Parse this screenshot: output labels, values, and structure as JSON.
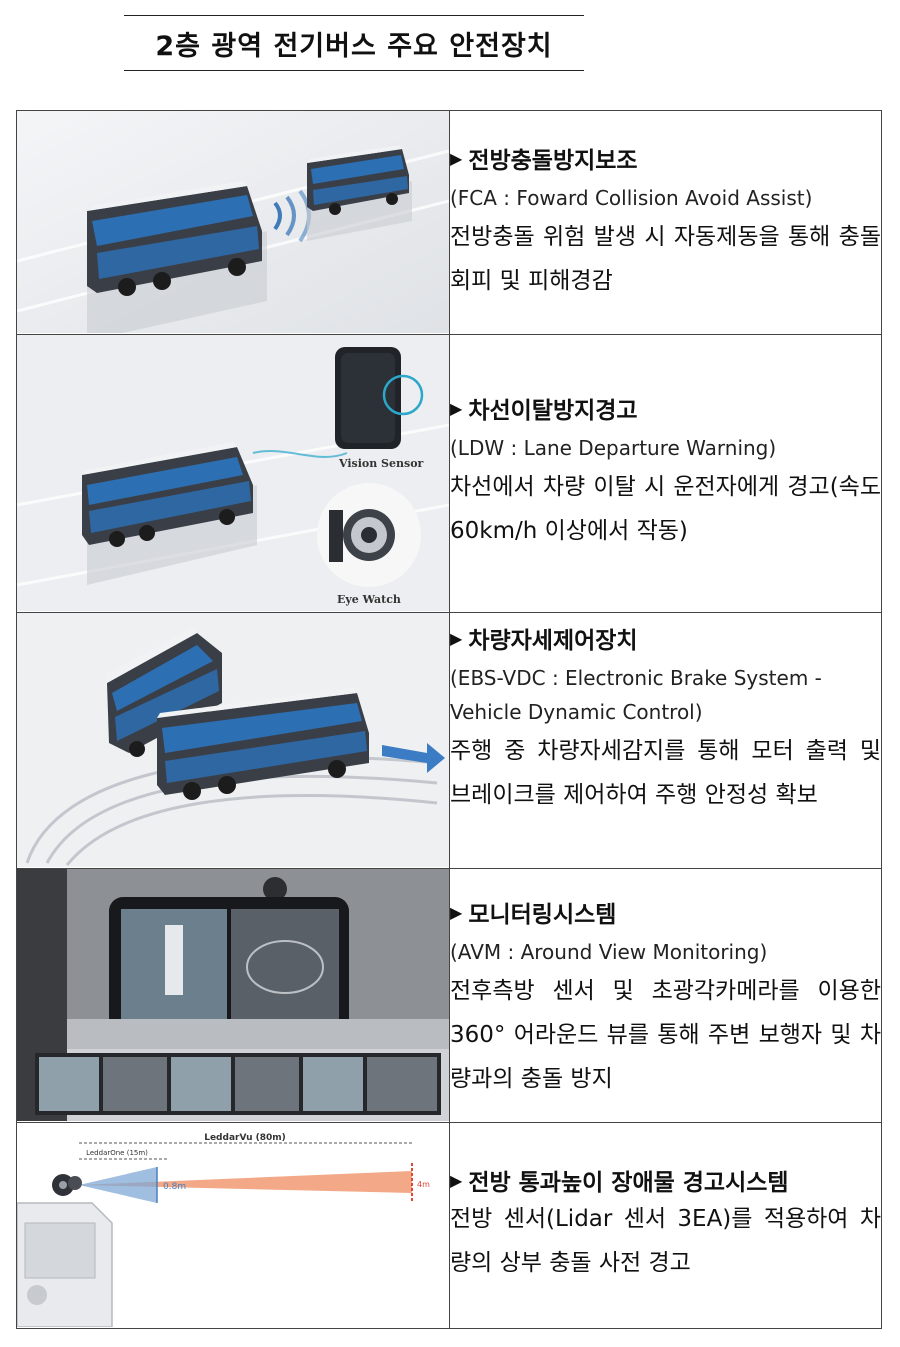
{
  "doc": {
    "title": "2층 광역 전기버스 주요 안전장치"
  },
  "rows": [
    {
      "title": "전방충돌방지보조",
      "abbr": "(FCA : Foward Collision Avoid Assist)",
      "desc": "전방충돌 위험 발생 시 자동제동을 통해 충돌회피 및 피해경감"
    },
    {
      "title": "차선이탈방지경고",
      "abbr": "(LDW : Lane Departure Warning)",
      "desc": "차선에서 차량 이탈 시 운전자에게 경고(속도 60km/h 이상에서 작동)",
      "image_labels": {
        "vision_sensor": "Vision Sensor",
        "eye_watch": "Eye Watch"
      }
    },
    {
      "title": "차량자세제어장치",
      "abbr": "(EBS-VDC : Electronic Brake System - Vehicle Dynamic Control)",
      "desc": "주행 중 차량자세감지를 통해 모터 출력 및 브레이크를 제어하여 주행 안정성 확보"
    },
    {
      "title": "모니터링시스템",
      "abbr": "(AVM : Around View Monitoring)",
      "desc": "전후측방 센서 및 초광각카메라를 이용한 360° 어라운드 뷰를 통해 주변 보행자 및 차량과의 충돌 방지"
    },
    {
      "title": "전방 통과높이 장애물 경고시스템",
      "abbr": "",
      "desc": "전방 센서(Lidar 센서 3EA)를 적용하여 차량의 상부 충돌 사전 경고",
      "image_labels": {
        "range_long": "LeddarVu (80m)",
        "range_short": "LeddarOne (15m)",
        "height_near": "0.8m",
        "height_far": "4m"
      }
    }
  ],
  "colors": {
    "bus_blue": "#2d6fb3",
    "bus_dark": "#3a3f47",
    "warning_red": "#e04535",
    "beam_orange": "#f2a07a",
    "sensor_cyan": "#2aa7c9"
  }
}
